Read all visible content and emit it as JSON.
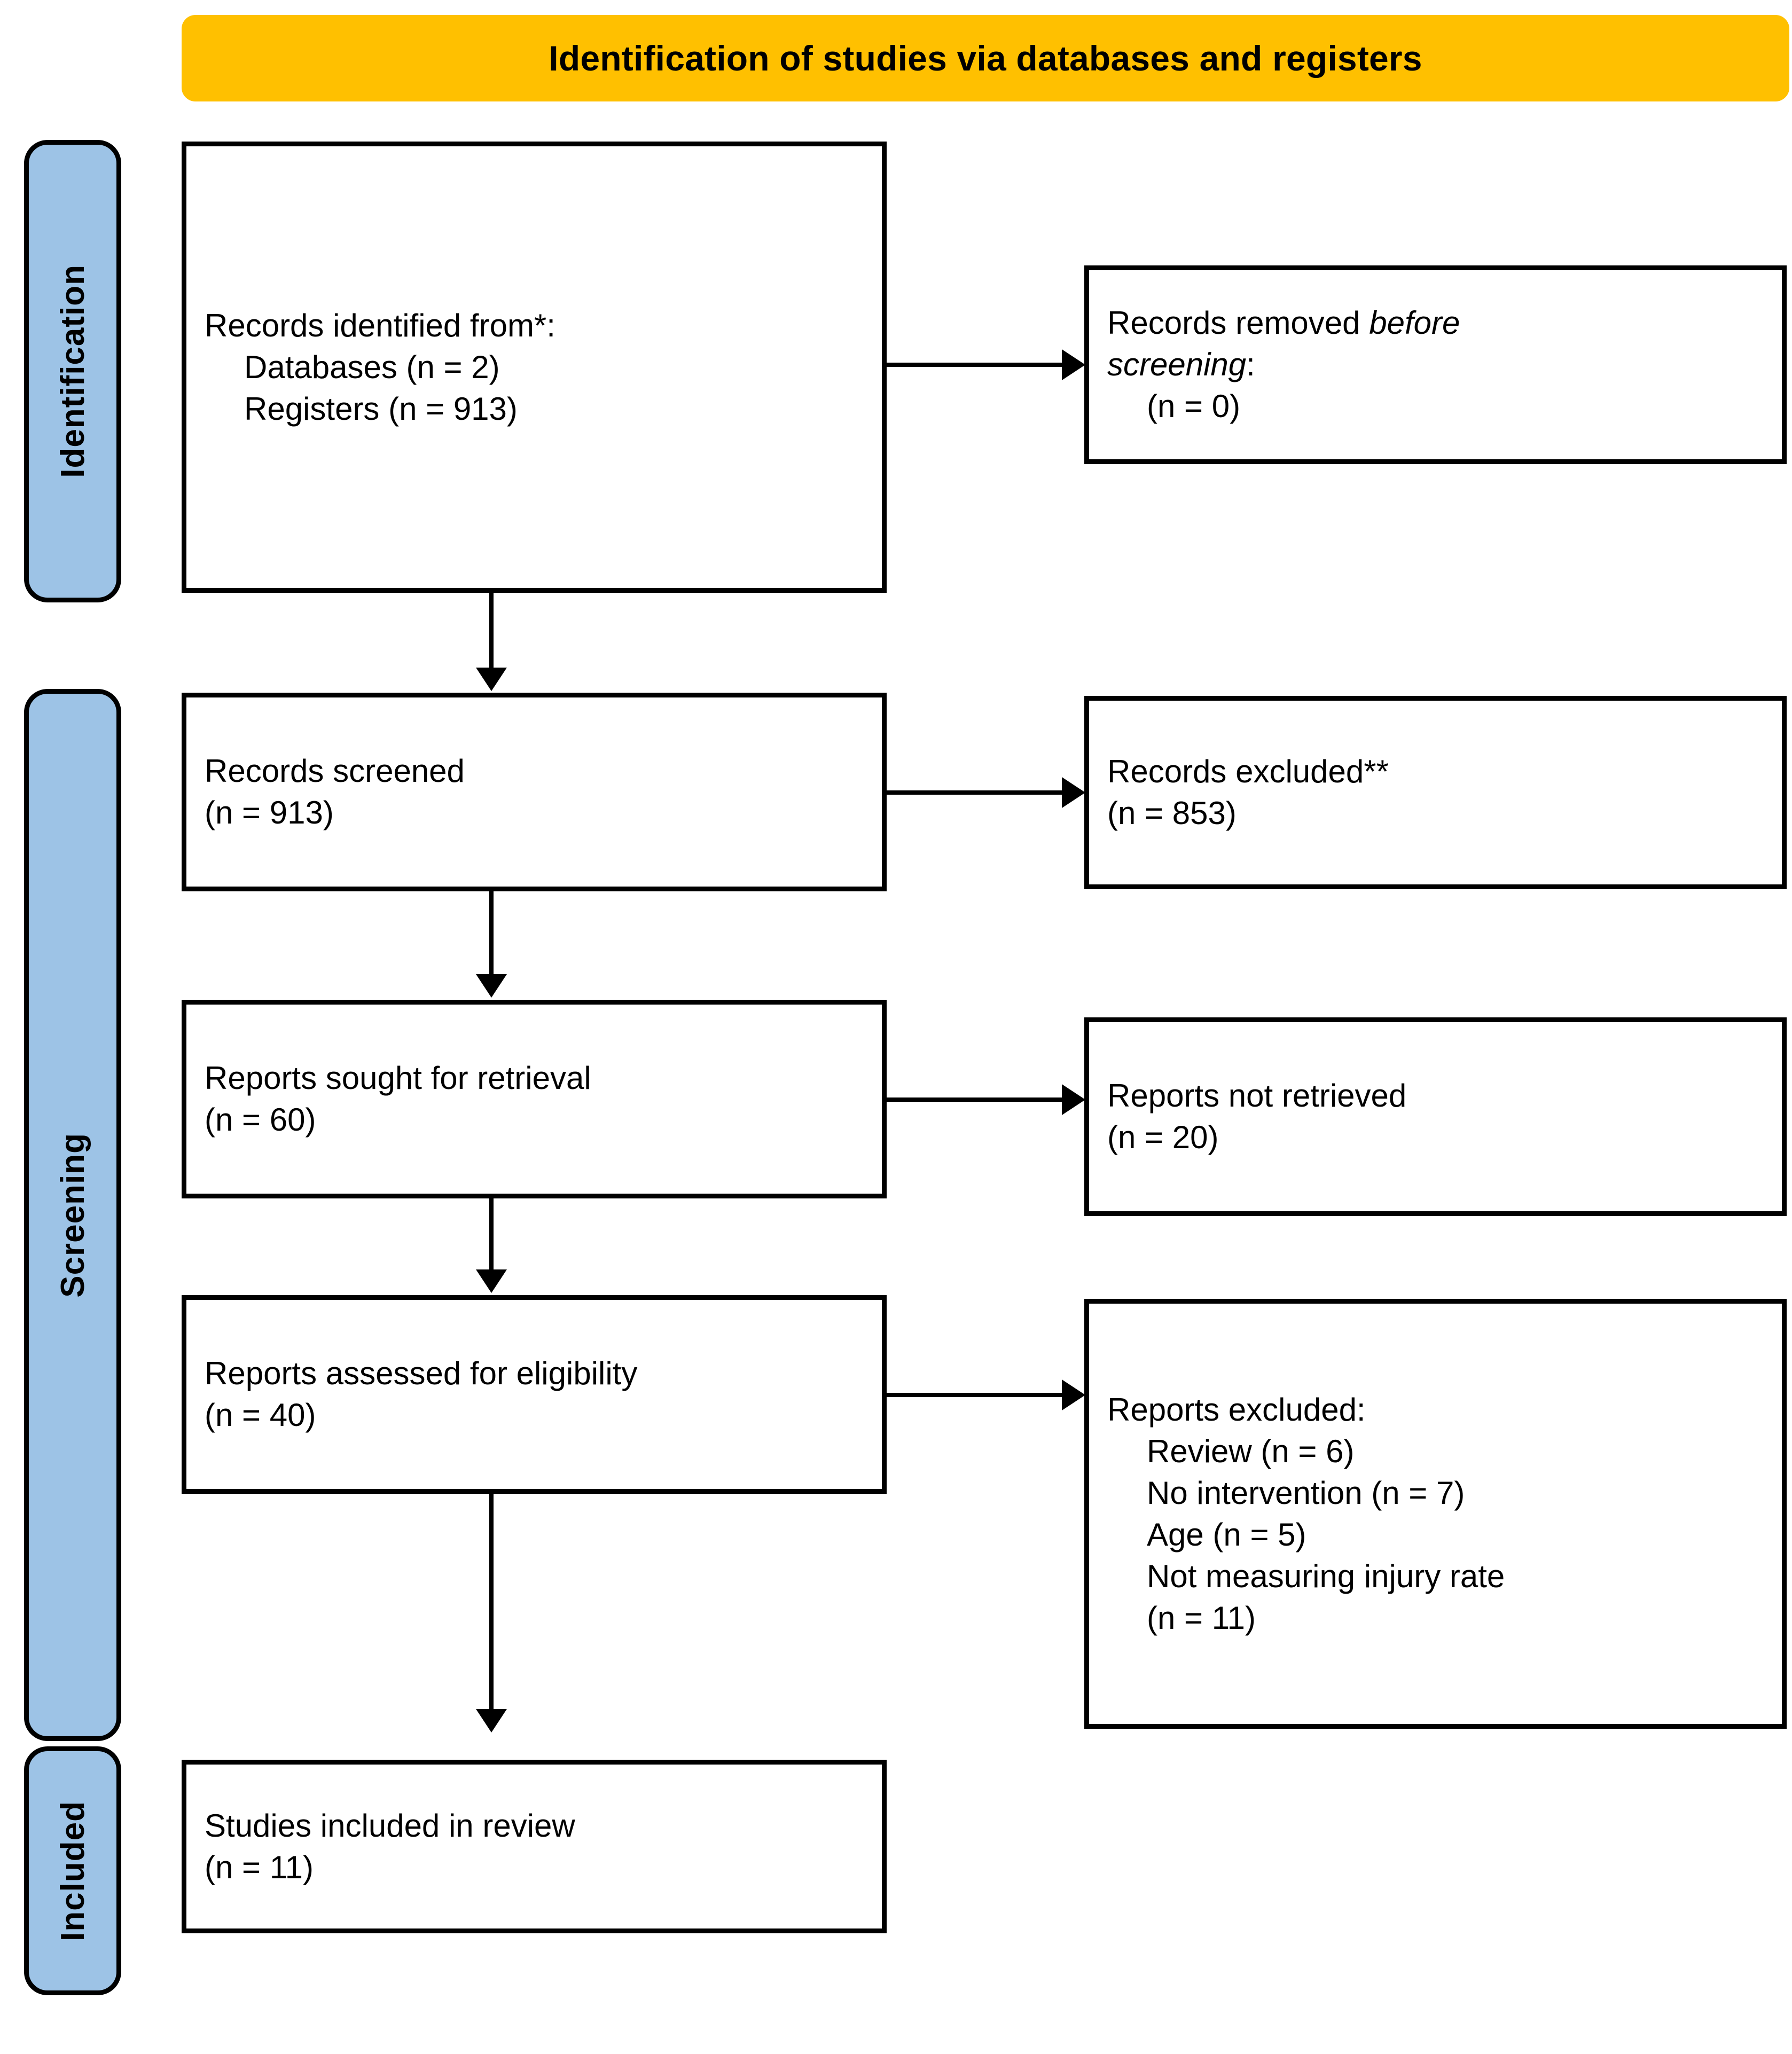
{
  "diagram": {
    "type": "prisma-flow-diagram",
    "banner": {
      "title": "Identification of studies via databases and registers",
      "color": "#FFC000"
    },
    "phase_labels": [
      {
        "key": "identification",
        "label": "Identification",
        "color": "#9DC3E6"
      },
      {
        "key": "screening",
        "label": "Screening",
        "color": "#9DC3E6"
      },
      {
        "key": "included",
        "label": "Included",
        "color": "#9DC3E6"
      }
    ],
    "boxes": {
      "records_identified": {
        "line1": "Records identified from*:",
        "line2": "Databases (n = 2)",
        "line3": "Registers (n = 913)"
      },
      "records_removed": {
        "line1_plain": "Records removed ",
        "line1_italic": "before",
        "line2_italic": "screening",
        "line2_plain": ":",
        "line3": "(n = 0)"
      },
      "records_screened": {
        "line1": "Records screened",
        "line2": "(n = 913)"
      },
      "records_excluded": {
        "line1": "Records excluded**",
        "line2": "(n = 853)"
      },
      "reports_sought": {
        "line1": "Reports sought for retrieval",
        "line2": "(n = 60)"
      },
      "reports_not_retrieved": {
        "line1": "Reports not retrieved",
        "line2": "(n = 20)"
      },
      "reports_assessed": {
        "line1": "Reports assessed for eligibility",
        "line2": "(n = 40)"
      },
      "reports_excluded": {
        "line1": "Reports excluded:",
        "line2": "Review (n = 6)",
        "line3": "No intervention (n = 7)",
        "line4": "Age (n = 5)",
        "line5": "Not measuring injury rate",
        "line6": "(n = 11)"
      },
      "studies_included": {
        "line1": "Studies included in review",
        "line2": "(n = 11)"
      }
    }
  }
}
